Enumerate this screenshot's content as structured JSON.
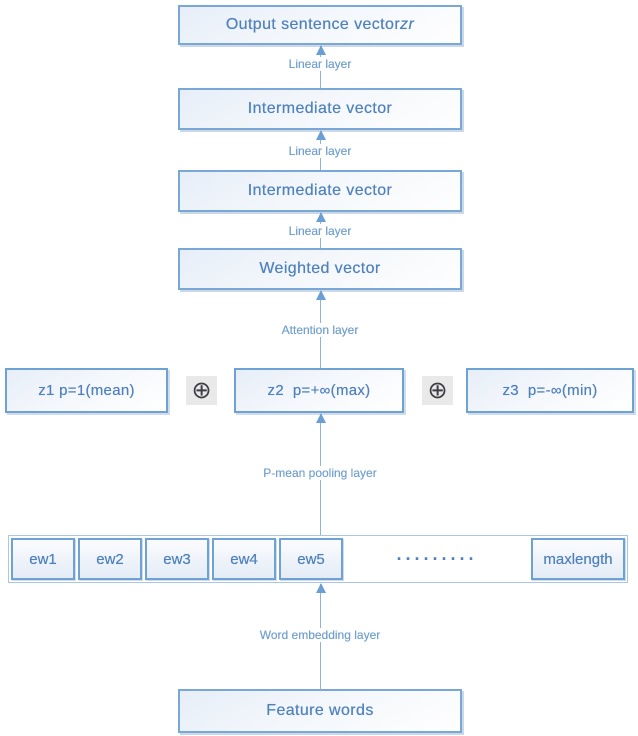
{
  "diagram": {
    "output_box": {
      "text": "Output sentence vector ",
      "italic_suffix": "zr"
    },
    "intermediate_box_1": "Intermediate vector",
    "intermediate_box_2": "Intermediate vector",
    "weighted_box": "Weighted vector",
    "feature_box": "Feature words",
    "connectors": [
      {
        "label": "Linear layer"
      },
      {
        "label": "Linear layer"
      },
      {
        "label": "Linear layer"
      },
      {
        "label": "Attention layer"
      },
      {
        "label": "P-mean pooling layer"
      },
      {
        "label": "Word embedding layer"
      }
    ],
    "pooling_row": {
      "z1": "z1 p=1(mean)",
      "z2": "z2  p=+∞(max)",
      "z3": "z3  p=-∞(min)",
      "plus_symbol": "⊕"
    },
    "embedding_row": {
      "cells": [
        "ew1",
        "ew2",
        "ew3",
        "ew4",
        "ew5"
      ],
      "dots": "·········",
      "last_cell": "maxlength"
    },
    "colors": {
      "box_border": "#79a7d6",
      "box_text": "#4f81bd",
      "label_text": "#73a0cd",
      "arrow": "#6b9ed3",
      "plus_background": "#e9e9e9"
    }
  }
}
